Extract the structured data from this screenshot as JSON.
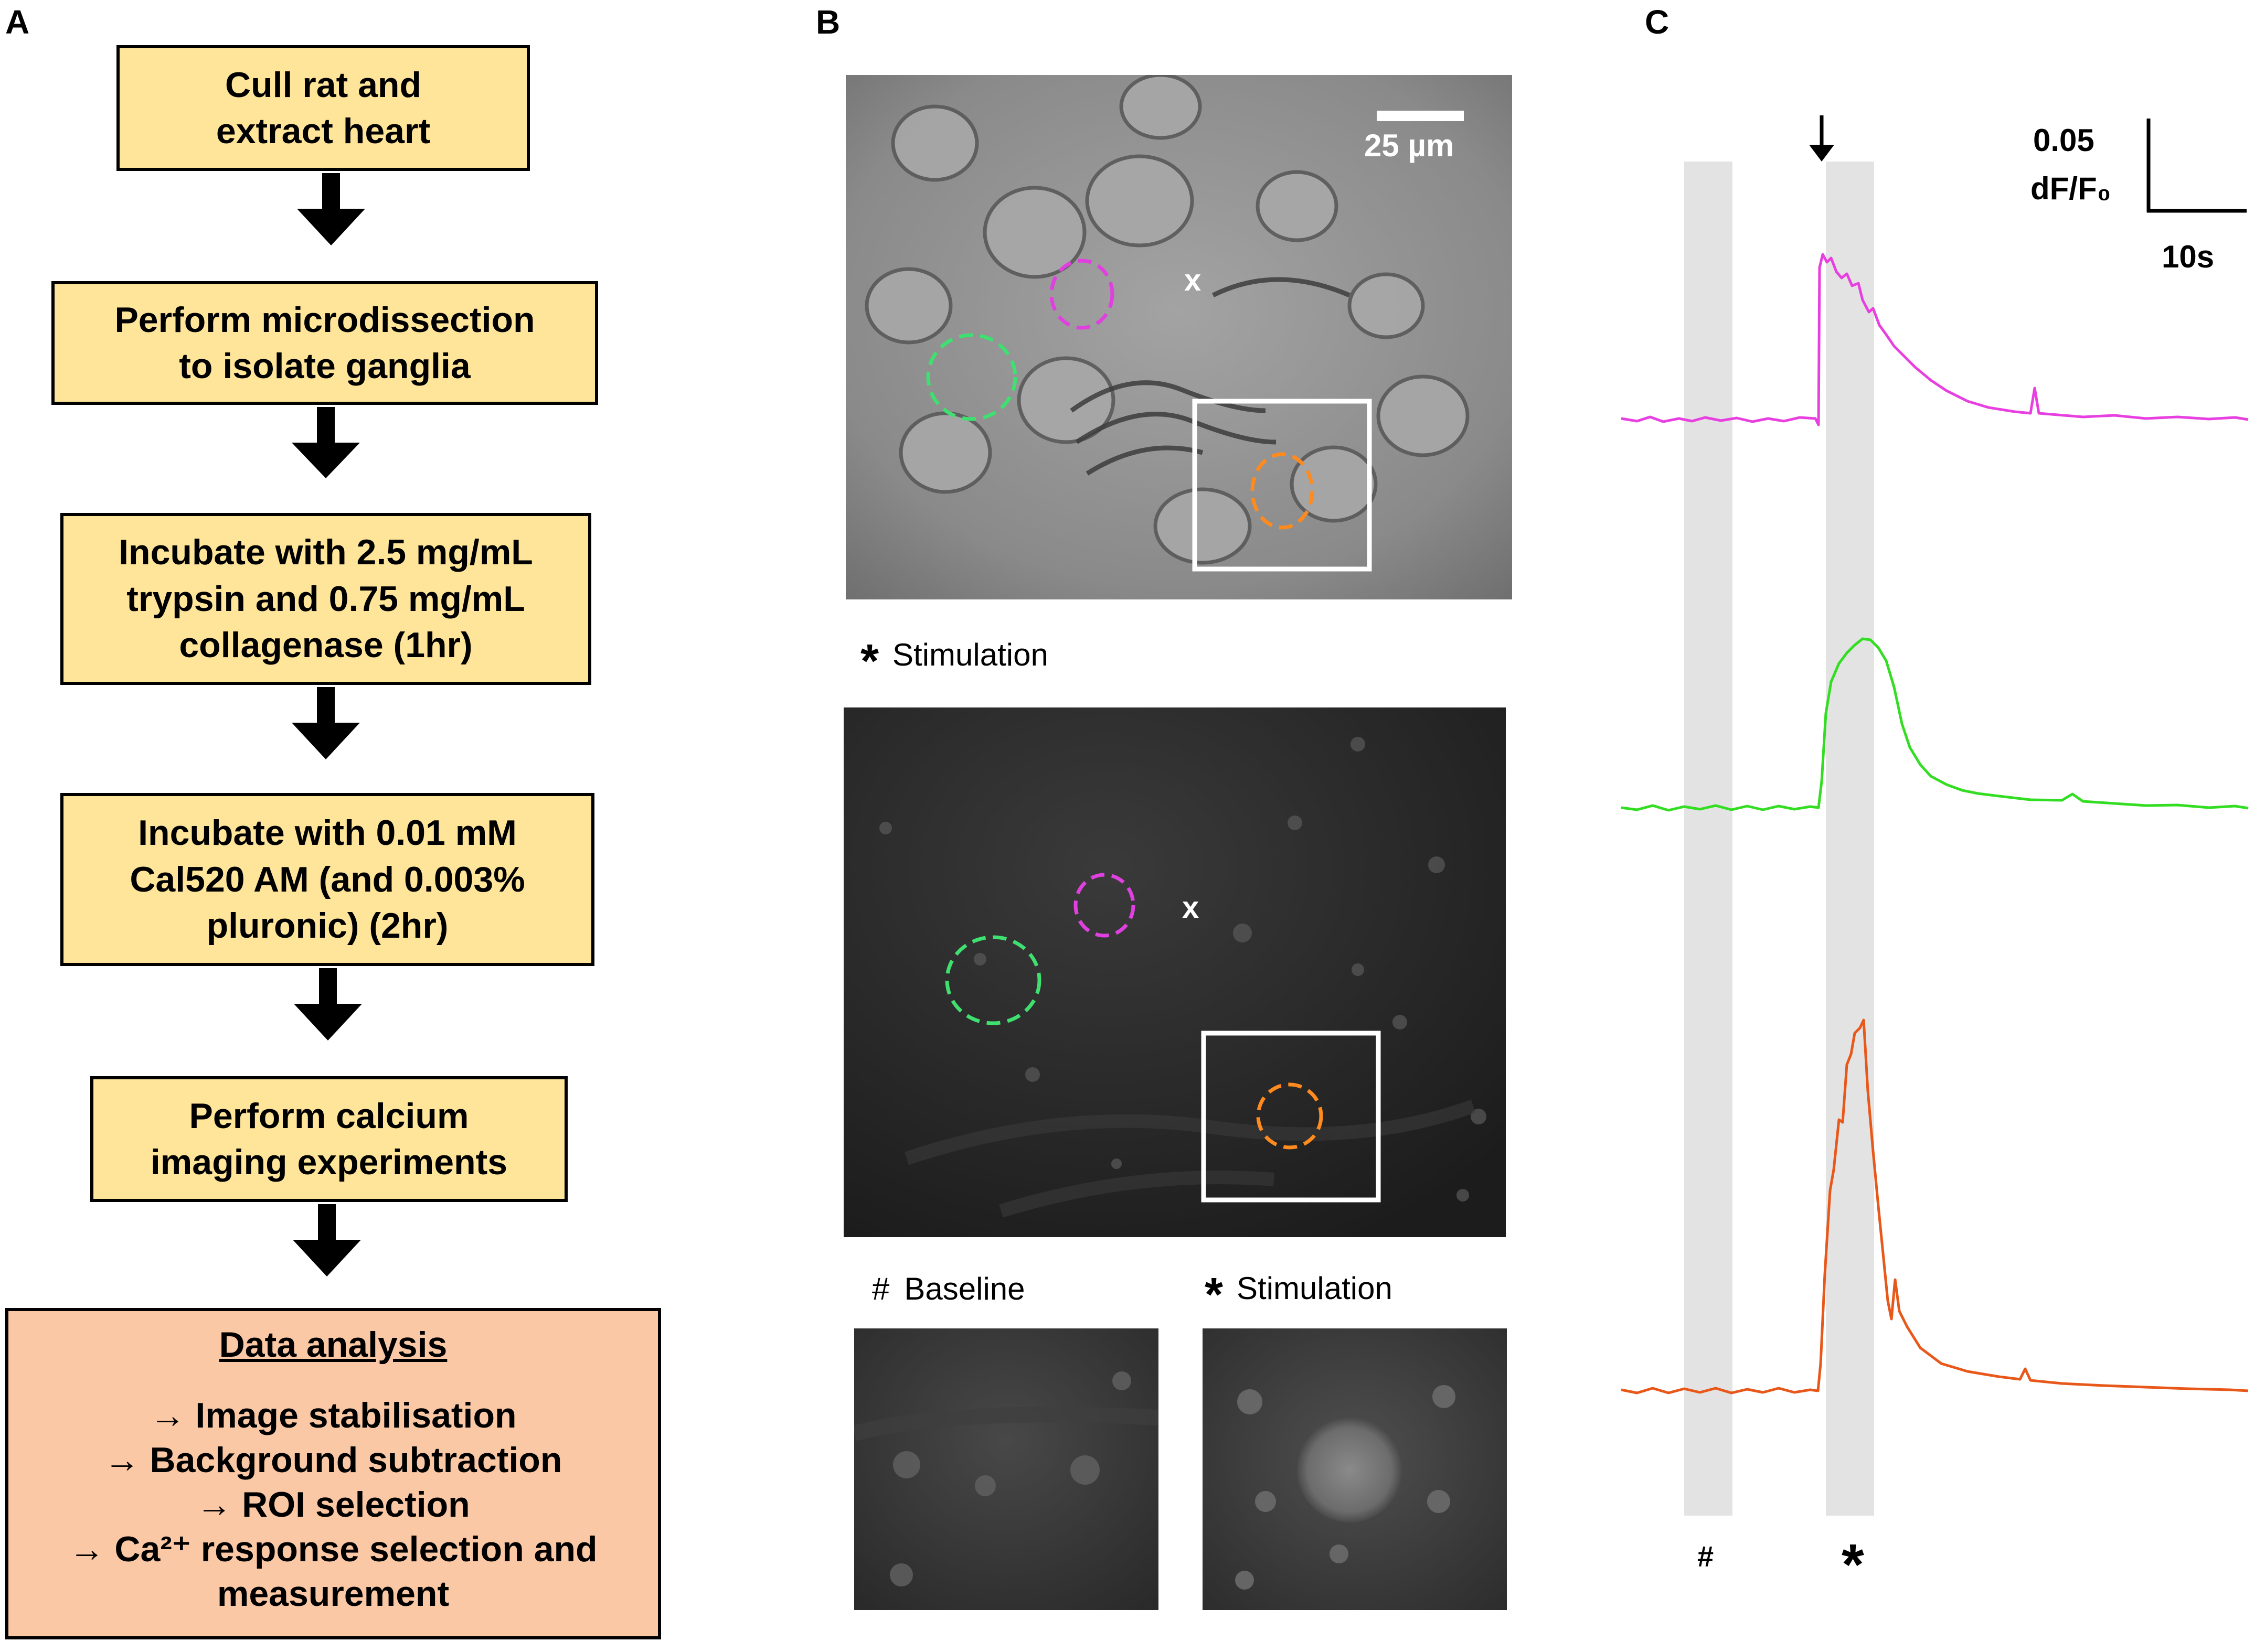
{
  "panels": {
    "a": "A",
    "b": "B",
    "c": "C"
  },
  "flowchart": {
    "steps": [
      {
        "lines": [
          "Cull rat and",
          "extract heart"
        ]
      },
      {
        "lines": [
          "Perform microdissection",
          "to isolate ganglia"
        ]
      },
      {
        "lines": [
          "Incubate with 2.5 mg/mL",
          "trypsin and 0.75 mg/mL",
          "collagenase (1hr)"
        ]
      },
      {
        "lines": [
          "Incubate with 0.01 mM",
          "Cal520 AM (and 0.003%",
          "pluronic) (2hr)"
        ]
      },
      {
        "lines": [
          "Perform calcium",
          "imaging experiments"
        ]
      }
    ],
    "analysis": {
      "title": "Data analysis",
      "steps": [
        "→  Image stabilisation",
        "→  Background subtraction",
        "→  ROI selection",
        "→  Ca²⁺ response selection and",
        "measurement"
      ]
    }
  },
  "images": {
    "scale_bar": "25 µm",
    "roi_marker": "x",
    "stimulation_label": "Stimulation",
    "star_symbol": "*",
    "hash_symbol": "#",
    "baseline_label": "Baseline",
    "roi_colors": {
      "magenta": "#e040e0",
      "green": "#3fe070",
      "orange": "#ff8a1e"
    }
  },
  "traces": {
    "scale_y_value": "0.05",
    "scale_y_unit": "dF/F₀",
    "scale_x": "10s",
    "baseline_marker": "#",
    "stimulation_marker": "*",
    "colors": [
      "#e83fe0",
      "#33dd22",
      "#e8581a"
    ]
  }
}
